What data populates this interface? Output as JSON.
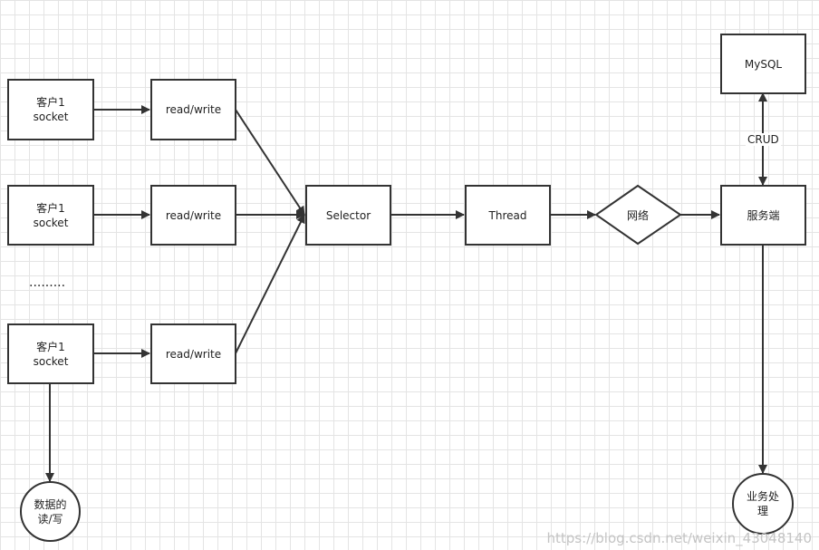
{
  "nodes": {
    "client1": "客户1\nsocket",
    "client2": "客户1\nsocket",
    "client3": "客户1\nsocket",
    "rw1": "read/write",
    "rw2": "read/write",
    "rw3": "read/write",
    "selector": "Selector",
    "thread": "Thread",
    "network": "网络",
    "server": "服务端",
    "mysql": "MySQL",
    "data_rw": "数据的\n读/写",
    "business": "业务处\n理"
  },
  "ellipsis": ".........",
  "crud_label": "CRUD",
  "watermark": "https://blog.csdn.net/weixin_43048140"
}
